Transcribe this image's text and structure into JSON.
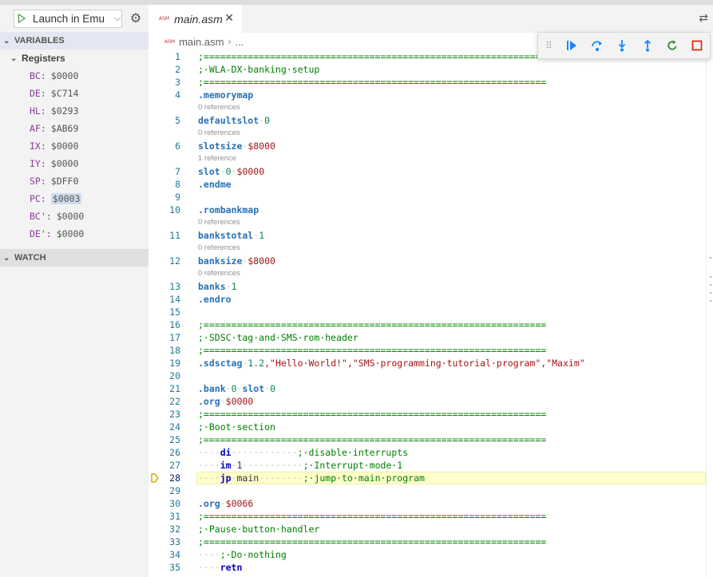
{
  "sidebar": {
    "launch_config": "Launch in Emu",
    "variables_header": "VARIABLES",
    "registers_label": "Registers",
    "registers": [
      {
        "name": "BC:",
        "value": "$0000",
        "selected": false
      },
      {
        "name": "DE:",
        "value": "$C714",
        "selected": false
      },
      {
        "name": "HL:",
        "value": "$0293",
        "selected": false
      },
      {
        "name": "AF:",
        "value": "$AB69",
        "selected": false
      },
      {
        "name": "IX:",
        "value": "$0000",
        "selected": false
      },
      {
        "name": "IY:",
        "value": "$0000",
        "selected": false
      },
      {
        "name": "SP:",
        "value": "$DFF0",
        "selected": false
      },
      {
        "name": "PC:",
        "value": "$0003",
        "selected": true
      },
      {
        "name": "BC':",
        "value": "$0000",
        "selected": false
      },
      {
        "name": "DE':",
        "value": "$0000",
        "selected": false
      }
    ],
    "watch_header": "WATCH"
  },
  "tab": {
    "badge": "ASM",
    "title": "main.asm"
  },
  "breadcrumb": {
    "badge": "ASM",
    "file": "main.asm",
    "more": "..."
  },
  "debug_toolbar": {
    "buttons": [
      "continue",
      "step-over",
      "step-into",
      "step-out",
      "restart",
      "stop"
    ],
    "colors": {
      "blue": "#1a85ff",
      "green": "#388a34",
      "red": "#e51400"
    }
  },
  "editor": {
    "current_line": 28,
    "lines": [
      {
        "n": "1",
        "text": ";==============================================================",
        "kind": "comment"
      },
      {
        "n": "2",
        "text": "; WLA-DX banking setup",
        "kind": "comment"
      },
      {
        "n": "3",
        "text": ";==============================================================",
        "kind": "comment"
      },
      {
        "n": "4",
        "text": ".memorymap",
        "kind": "dir",
        "lens": "0 references"
      },
      {
        "n": "5",
        "text": "defaultslot 0",
        "kind": "dir-num",
        "lens": "0 references"
      },
      {
        "n": "6",
        "text": "slotsize $8000",
        "kind": "dir-hex",
        "lens": "1 reference"
      },
      {
        "n": "7",
        "text": "slot 0 $0000",
        "kind": "dir-num-hex"
      },
      {
        "n": "8",
        "text": ".endme",
        "kind": "dir"
      },
      {
        "n": "9",
        "text": "",
        "kind": "plain"
      },
      {
        "n": "10",
        "text": ".rombankmap",
        "kind": "dir",
        "lens": "0 references"
      },
      {
        "n": "11",
        "text": "bankstotal 1",
        "kind": "dir-num",
        "lens": "0 references"
      },
      {
        "n": "12",
        "text": "banksize $8000",
        "kind": "dir-hex",
        "lens": "0 references"
      },
      {
        "n": "13",
        "text": "banks 1",
        "kind": "dir-num"
      },
      {
        "n": "14",
        "text": ".endro",
        "kind": "dir"
      },
      {
        "n": "15",
        "text": "",
        "kind": "plain"
      },
      {
        "n": "16",
        "text": ";==============================================================",
        "kind": "comment"
      },
      {
        "n": "17",
        "text": "; SDSC tag and SMS rom header",
        "kind": "comment"
      },
      {
        "n": "18",
        "text": ";==============================================================",
        "kind": "comment"
      },
      {
        "n": "19",
        "text": ".sdsctag 1.2,\"Hello World!\",\"SMS programming tutorial program\",\"Maxim\"",
        "kind": "sdsc"
      },
      {
        "n": "20",
        "text": "",
        "kind": "plain"
      },
      {
        "n": "21",
        "text": ".bank 0 slot 0",
        "kind": "bank"
      },
      {
        "n": "22",
        "text": ".org $0000",
        "kind": "dir-hex"
      },
      {
        "n": "23",
        "text": ";==============================================================",
        "kind": "comment"
      },
      {
        "n": "24",
        "text": "; Boot section",
        "kind": "comment"
      },
      {
        "n": "25",
        "text": ";==============================================================",
        "kind": "comment"
      },
      {
        "n": "26",
        "text": "    di             ; disable interrupts",
        "kind": "ins",
        "mn": "di",
        "arg": "",
        "pad": "            ",
        "cm": "; disable interrupts"
      },
      {
        "n": "27",
        "text": "    im 1           ; Interrupt mode 1",
        "kind": "ins",
        "mn": "im",
        "arg": "1",
        "pad": "           ",
        "cm": "; Interrupt mode 1"
      },
      {
        "n": "28",
        "text": "    jp main        ; jump to main program",
        "kind": "ins",
        "mn": "jp",
        "arg": "main",
        "pad": "        ",
        "cm": "; jump to main program"
      },
      {
        "n": "29",
        "text": "",
        "kind": "plain"
      },
      {
        "n": "30",
        "text": ".org $0066",
        "kind": "dir-hex"
      },
      {
        "n": "31",
        "text": ";==============================================================",
        "kind": "comment"
      },
      {
        "n": "32",
        "text": "; Pause button handler",
        "kind": "comment"
      },
      {
        "n": "33",
        "text": ";==============================================================",
        "kind": "comment"
      },
      {
        "n": "34",
        "text": "    ; Do nothing",
        "kind": "indent-comment"
      },
      {
        "n": "35",
        "text": "    retn",
        "kind": "ins-only",
        "mn": "retn"
      }
    ]
  }
}
